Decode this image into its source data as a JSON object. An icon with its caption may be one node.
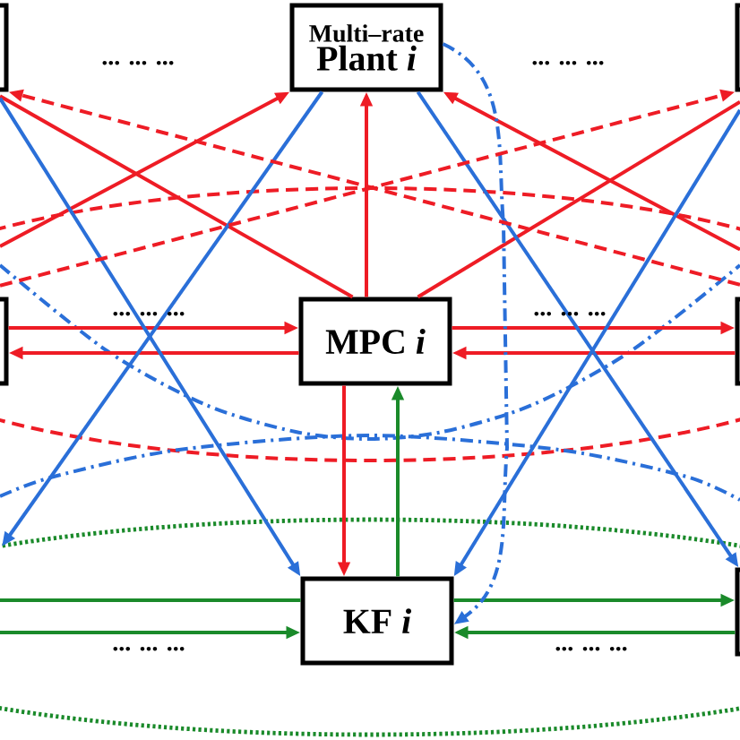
{
  "diagram": {
    "nodes": [
      {
        "text": [
          "Multi–rate",
          "Plant *i*"
        ]
      },
      {
        "text": [
          "MPC *i*"
        ]
      },
      {
        "text": [
          "KF *i*"
        ]
      },
      {
        "text": [],
        "shape": "box"
      },
      {
        "text": [],
        "shape": "box"
      },
      {
        "text": [],
        "shape": "box"
      },
      {
        "text": [],
        "shape": "box"
      },
      {
        "text": [],
        "shape": "box"
      }
    ],
    "edges": [
      {
        "from": 1,
        "to": 0,
        "arrow": "to"
      },
      {
        "from": 5,
        "to": 0,
        "arrow": "to"
      },
      {
        "from": 6,
        "to": 0,
        "arrow": "to"
      },
      {
        "from": 1,
        "to": 3,
        "arrow": "none"
      },
      {
        "from": 1,
        "to": 4,
        "arrow": "none"
      },
      {
        "from": 5,
        "to": 1,
        "arrow": "to"
      },
      {
        "from": 1,
        "to": 5,
        "arrow": "to"
      },
      {
        "from": 1,
        "to": 6,
        "arrow": "to"
      },
      {
        "from": 6,
        "to": 1,
        "arrow": "to"
      },
      {
        "from": 1,
        "to": 2,
        "arrow": "to"
      },
      {
        "from": 2,
        "to": 1,
        "arrow": "to",
        "color": "#1a8a2a"
      },
      {
        "from": 2,
        "to": null,
        "arrow": "none",
        "color": "#1a8a2a"
      },
      {
        "from": null,
        "to": 2,
        "arrow": "to",
        "color": "#1a8a2a"
      },
      {
        "from": 2,
        "to": 7,
        "arrow": "to",
        "color": "#1a8a2a"
      },
      {
        "from": 7,
        "to": 2,
        "arrow": "to",
        "color": "#1a8a2a"
      },
      {
        "from": 3,
        "to": 2,
        "arrow": "to",
        "color": "#2a6fd8"
      },
      {
        "from": 4,
        "to": 2,
        "arrow": "to",
        "color": "#2a6fd8"
      },
      {
        "from": 0,
        "to": null,
        "arrow": "to",
        "color": "#2a6fd8"
      },
      {
        "from": 0,
        "to": 7,
        "arrow": "to",
        "color": "#2a6fd8"
      },
      {
        "from": 0,
        "to": 2,
        "arrow": "to",
        "color": "#2a6fd8",
        "style": "dashed"
      },
      {
        "from": 5,
        "to": 4,
        "arrow": "to",
        "style": "dashed"
      },
      {
        "from": 6,
        "to": 3,
        "arrow": "to",
        "style": "dashed"
      }
    ],
    "labels": [
      "... ... ...",
      "... ... ...",
      "... ... ...",
      "... ... ...",
      "... ... ...",
      "... ... ..."
    ]
  }
}
